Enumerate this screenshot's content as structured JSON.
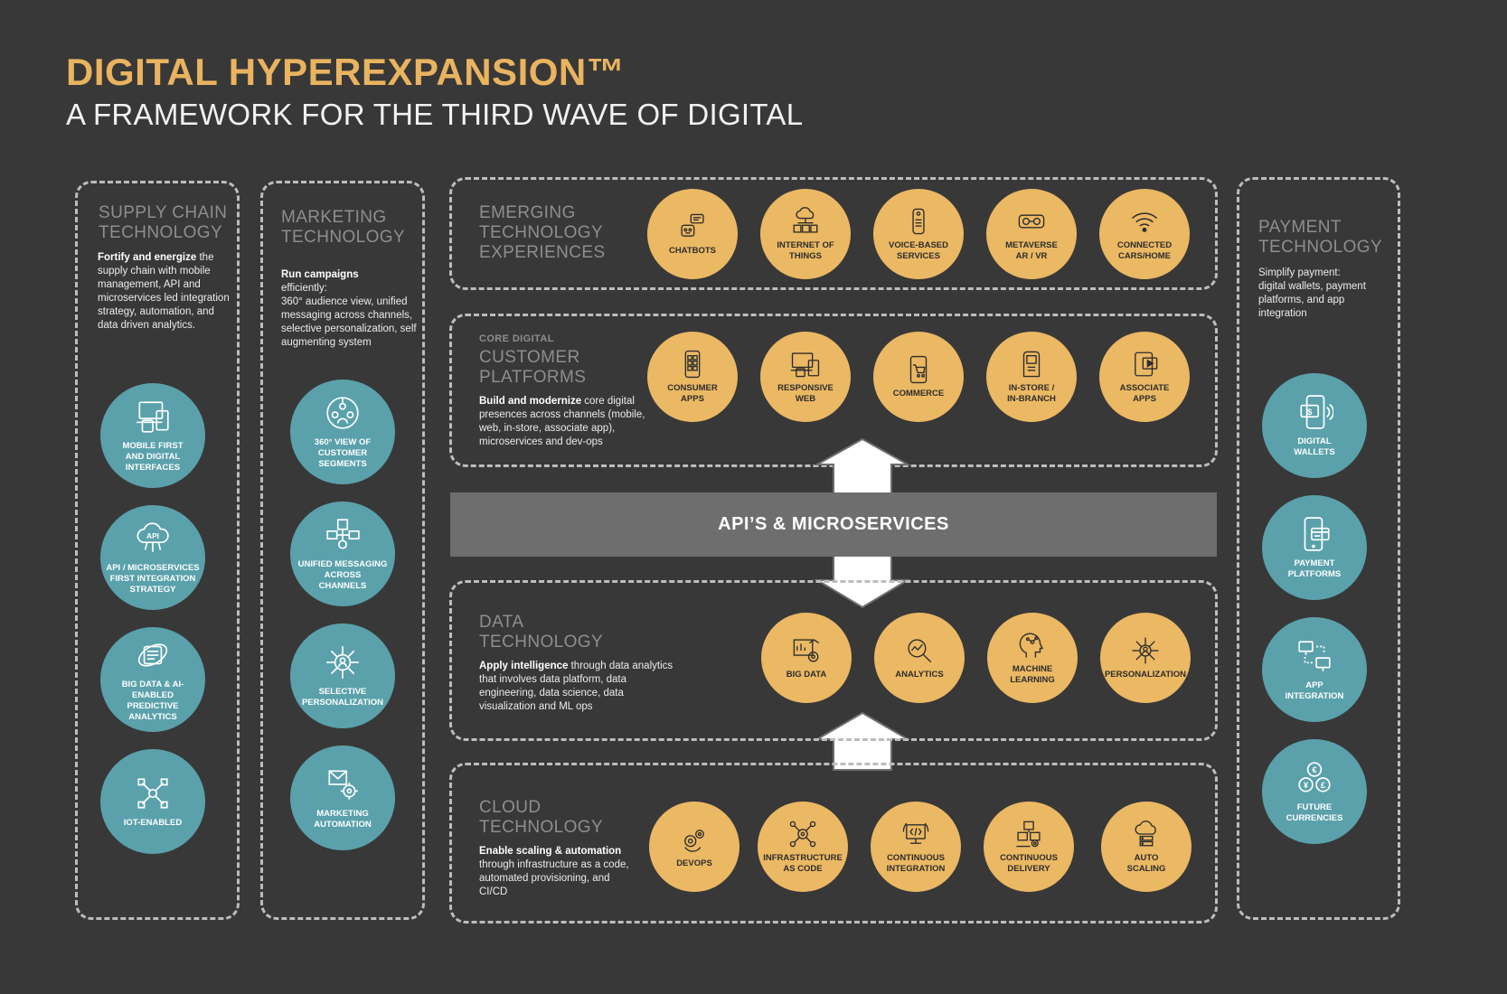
{
  "header": {
    "title": "DIGITAL HYPEREXPANSION™",
    "subtitle": "A FRAMEWORK FOR THE THIRD WAVE OF DIGITAL"
  },
  "supply_chain": {
    "title": "SUPPLY CHAIN\nTECHNOLOGY",
    "desc_bold": "Fortify and energize",
    "desc_rest": " the supply chain with mobile management, API and microservices led integration strategy, automation, and data driven analytics.",
    "items": [
      {
        "label": "MOBILE FIRST\nAND DIGITAL\nINTERFACES",
        "icon": "devices-icon"
      },
      {
        "label": "API / MICROSERVICES\nFIRST INTEGRATION\nSTRATEGY",
        "icon": "api-cloud-icon"
      },
      {
        "label": "BIG DATA & AI-ENABLED\nPREDICTIVE\nANALYTICS",
        "icon": "ai-chip-icon"
      },
      {
        "label": "IOT-ENABLED",
        "icon": "iot-network-icon"
      }
    ]
  },
  "marketing": {
    "title": "MARKETING\nTECHNOLOGY",
    "desc_bold": "Run campaigns",
    "desc_rest": "\nefficiently:\n360° audience view, unified messaging across channels, selective personalization, self augmenting system",
    "items": [
      {
        "label": "360° VIEW OF\nCUSTOMER\nSEGMENTS",
        "icon": "audience-icon"
      },
      {
        "label": "UNIFIED MESSAGING\nACROSS\nCHANNELS",
        "icon": "messaging-icon"
      },
      {
        "label": "SELECTIVE\nPERSONALIZATION",
        "icon": "personalization-hub-icon"
      },
      {
        "label": "MARKETING\nAUTOMATION",
        "icon": "automation-gear-icon"
      }
    ]
  },
  "emerging": {
    "title": "EMERGING\nTECHNOLOGY\nEXPERIENCES",
    "items": [
      {
        "label": "CHATBOTS",
        "icon": "chatbot-icon"
      },
      {
        "label": "INTERNET OF\nTHINGS",
        "icon": "iot-cloud-icon"
      },
      {
        "label": "VOICE-BASED\nSERVICES",
        "icon": "smart-speaker-icon"
      },
      {
        "label": "METAVERSE\nAR / VR",
        "icon": "vr-headset-icon"
      },
      {
        "label": "CONNECTED\nCARS/HOME",
        "icon": "wifi-icon"
      }
    ]
  },
  "core": {
    "small_title": "CORE DIGITAL",
    "title": "CUSTOMER\nPLATFORMS",
    "desc_bold": "Build and modernize",
    "desc_rest": " core digital presences across channels (mobile, web, in-store, associate app), microservices and dev-ops",
    "items": [
      {
        "label": "CONSUMER\nAPPS",
        "icon": "smartphone-apps-icon"
      },
      {
        "label": "RESPONSIVE\nWEB",
        "icon": "responsive-devices-icon"
      },
      {
        "label": "COMMERCE",
        "icon": "mobile-cart-icon"
      },
      {
        "label": "IN-STORE /\nIN-BRANCH",
        "icon": "kiosk-icon"
      },
      {
        "label": "ASSOCIATE\nAPPS",
        "icon": "tablet-video-icon"
      }
    ]
  },
  "api_bar": {
    "label": "API’S & MICROSERVICES"
  },
  "data": {
    "title": "DATA\nTECHNOLOGY",
    "desc_bold": "Apply intelligence",
    "desc_rest": " through data analytics that involves data platform, data engineering, data science, data visualization and ML ops",
    "items": [
      {
        "label": "BIG DATA",
        "icon": "big-data-icon"
      },
      {
        "label": "ANALYTICS",
        "icon": "analytics-magnifier-icon"
      },
      {
        "label": "MACHINE\nLEARNING",
        "icon": "brain-head-icon"
      },
      {
        "label": "PERSONALIZATION",
        "icon": "person-hub-icon"
      }
    ]
  },
  "cloud": {
    "title": "CLOUD\nTECHNOLOGY",
    "desc_bold": "Enable scaling & automation",
    "desc_rest": " through infrastructure as a code, automated provisioning, and CI/CD",
    "items": [
      {
        "label": "DEVOPS",
        "icon": "devops-gears-icon"
      },
      {
        "label": "INFRASTRUCTURE\nAS CODE",
        "icon": "infrastructure-icon"
      },
      {
        "label": "CONTINUOUS\nINTEGRATION",
        "icon": "code-monitor-icon"
      },
      {
        "label": "CONTINUOUS\nDELIVERY",
        "icon": "delivery-boxes-icon"
      },
      {
        "label": "AUTO\nSCALING",
        "icon": "cloud-scaling-icon"
      }
    ]
  },
  "payment": {
    "title": "PAYMENT\nTECHNOLOGY",
    "desc": "Simplify payment:\ndigital wallets, payment platforms, and app integration",
    "items": [
      {
        "label": "DIGITAL\nWALLETS",
        "icon": "mobile-wallet-icon"
      },
      {
        "label": "PAYMENT\nPLATFORMS",
        "icon": "payment-phone-icon"
      },
      {
        "label": "APP\nINTEGRATION",
        "icon": "app-integration-icon"
      },
      {
        "label": "FUTURE\nCURRENCIES",
        "icon": "currencies-icon"
      }
    ]
  }
}
